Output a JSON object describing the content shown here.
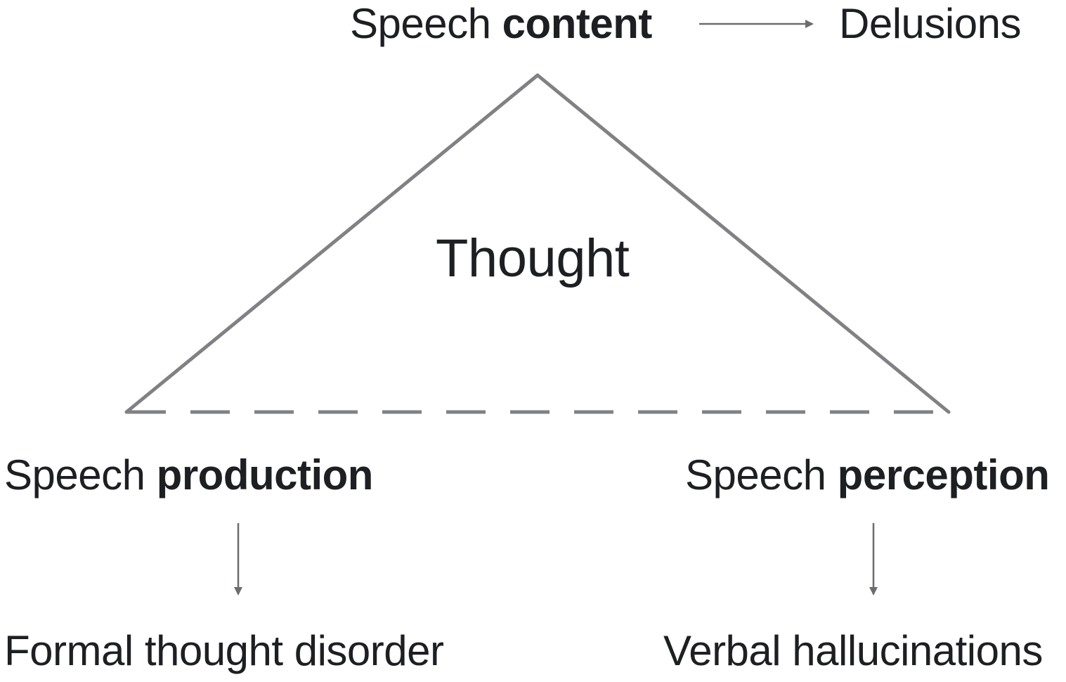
{
  "nodes": {
    "speech_content": {
      "prefix": "Speech",
      "emphasis": "content"
    },
    "delusions": {
      "label": "Delusions"
    },
    "thought": {
      "label": "Thought"
    },
    "speech_production": {
      "prefix": "Speech",
      "emphasis": "production"
    },
    "speech_perception": {
      "prefix": "Speech",
      "emphasis": "perception"
    },
    "formal_thought_disorder": {
      "label": "Formal thought disorder"
    },
    "verbal_hallucinations": {
      "label": "Verbal hallucinations"
    }
  },
  "edges": [
    {
      "from": "speech_content",
      "to": "delusions",
      "style": "arrow"
    },
    {
      "from": "speech_production",
      "to": "formal_thought_disorder",
      "style": "arrow"
    },
    {
      "from": "speech_perception",
      "to": "verbal_hallucinations",
      "style": "arrow"
    },
    {
      "from": "speech_content",
      "to": "speech_production",
      "style": "solid"
    },
    {
      "from": "speech_content",
      "to": "speech_perception",
      "style": "solid"
    },
    {
      "from": "speech_production",
      "to": "speech_perception",
      "style": "dashed"
    }
  ],
  "colors": {
    "line": "#808185",
    "text": "#1d1f23"
  }
}
